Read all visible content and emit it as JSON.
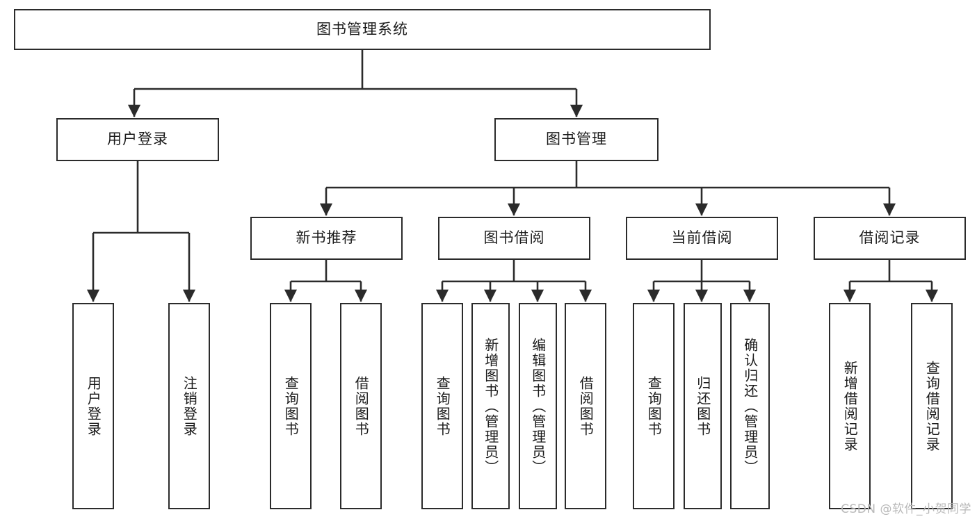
{
  "diagram": {
    "type": "tree",
    "title": "图书管理系统",
    "watermark": "CSDN @软件_小贺同学",
    "colors": {
      "box_border": "#2b2b2b",
      "box_fill": "#ffffff",
      "connector": "#2b2b2b",
      "text": "#1a1a1a",
      "watermark": "#b9b9b9",
      "background": "#ffffff"
    },
    "nodes": {
      "root": {
        "label": "图书管理系统",
        "level": 1,
        "orientation": "horizontal"
      },
      "l2": [
        {
          "id": "user-login",
          "label": "用户登录",
          "level": 2,
          "orientation": "horizontal"
        },
        {
          "id": "book-manage",
          "label": "图书管理",
          "level": 2,
          "orientation": "horizontal"
        }
      ],
      "l3": [
        {
          "id": "new-book-recommend",
          "label": "新书推荐",
          "level": 3,
          "orientation": "horizontal",
          "parent": "book-manage"
        },
        {
          "id": "book-borrow",
          "label": "图书借阅",
          "level": 3,
          "orientation": "horizontal",
          "parent": "book-manage"
        },
        {
          "id": "current-borrow",
          "label": "当前借阅",
          "level": 3,
          "orientation": "horizontal",
          "parent": "book-manage"
        },
        {
          "id": "borrow-record",
          "label": "借阅记录",
          "level": 3,
          "orientation": "horizontal",
          "parent": "book-manage"
        }
      ],
      "leaves": [
        {
          "id": "leaf-user-login",
          "label": "用户登录",
          "parent": "user-login",
          "orientation": "vertical"
        },
        {
          "id": "leaf-logout",
          "label": "注销登录",
          "parent": "user-login",
          "orientation": "vertical"
        },
        {
          "id": "leaf-query-book-1",
          "label": "查询图书",
          "parent": "new-book-recommend",
          "orientation": "vertical"
        },
        {
          "id": "leaf-borrow-book-1",
          "label": "借阅图书",
          "parent": "new-book-recommend",
          "orientation": "vertical"
        },
        {
          "id": "leaf-query-book-2",
          "label": "查询图书",
          "parent": "book-borrow",
          "orientation": "vertical"
        },
        {
          "id": "leaf-add-book",
          "label": "新增图书（管理员）",
          "parent": "book-borrow",
          "orientation": "vertical"
        },
        {
          "id": "leaf-edit-book",
          "label": "编辑图书（管理员）",
          "parent": "book-borrow",
          "orientation": "vertical"
        },
        {
          "id": "leaf-borrow-book-2",
          "label": "借阅图书",
          "parent": "book-borrow",
          "orientation": "vertical"
        },
        {
          "id": "leaf-query-book-3",
          "label": "查询图书",
          "parent": "current-borrow",
          "orientation": "vertical"
        },
        {
          "id": "leaf-return-book",
          "label": "归还图书",
          "parent": "current-borrow",
          "orientation": "vertical"
        },
        {
          "id": "leaf-confirm-return",
          "label": "确认归还（管理员）",
          "parent": "current-borrow",
          "orientation": "vertical"
        },
        {
          "id": "leaf-add-record",
          "label": "新增借阅记录",
          "parent": "borrow-record",
          "orientation": "vertical"
        },
        {
          "id": "leaf-query-record",
          "label": "查询借阅记录",
          "parent": "borrow-record",
          "orientation": "vertical"
        }
      ]
    }
  }
}
